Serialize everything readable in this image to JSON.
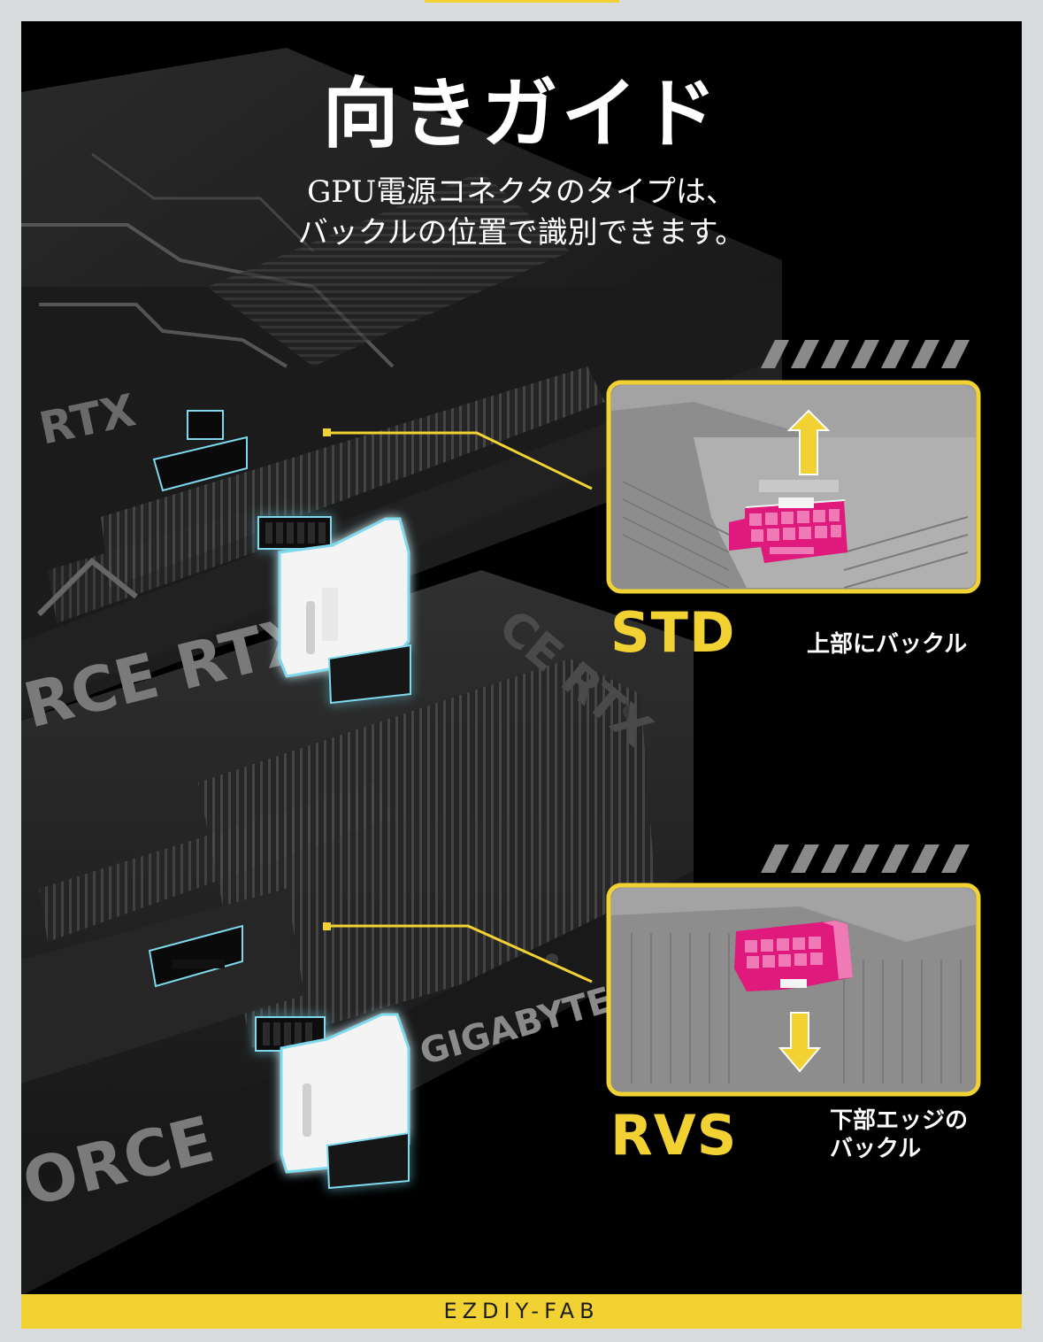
{
  "header": {
    "title": "向きガイド",
    "subtitle_line1": "GPU電源コネクタのタイプは、",
    "subtitle_line2": "バックルの位置で識別できます。"
  },
  "card_markings": {
    "top_rtx": "RTX",
    "middle_force_rtx": "RCE RTX",
    "middle_rtx_diag": "CE RTX",
    "bottom_force": "ORCE",
    "brand": "GIGABYTE"
  },
  "std": {
    "label": "STD",
    "description": "上部にバックル"
  },
  "rvs": {
    "label": "RVS",
    "description_line1": "下部エッジの",
    "description_line2": "バックル"
  },
  "footer": {
    "brand": "EZDIY-FAB"
  },
  "colors": {
    "accent_yellow": "#f2d233",
    "connector_pink": "#e0197d",
    "connector_glow": "#6fd4e8"
  },
  "icons": [
    "arrow-up-icon",
    "arrow-down-icon",
    "hazard-stripes-icon"
  ]
}
